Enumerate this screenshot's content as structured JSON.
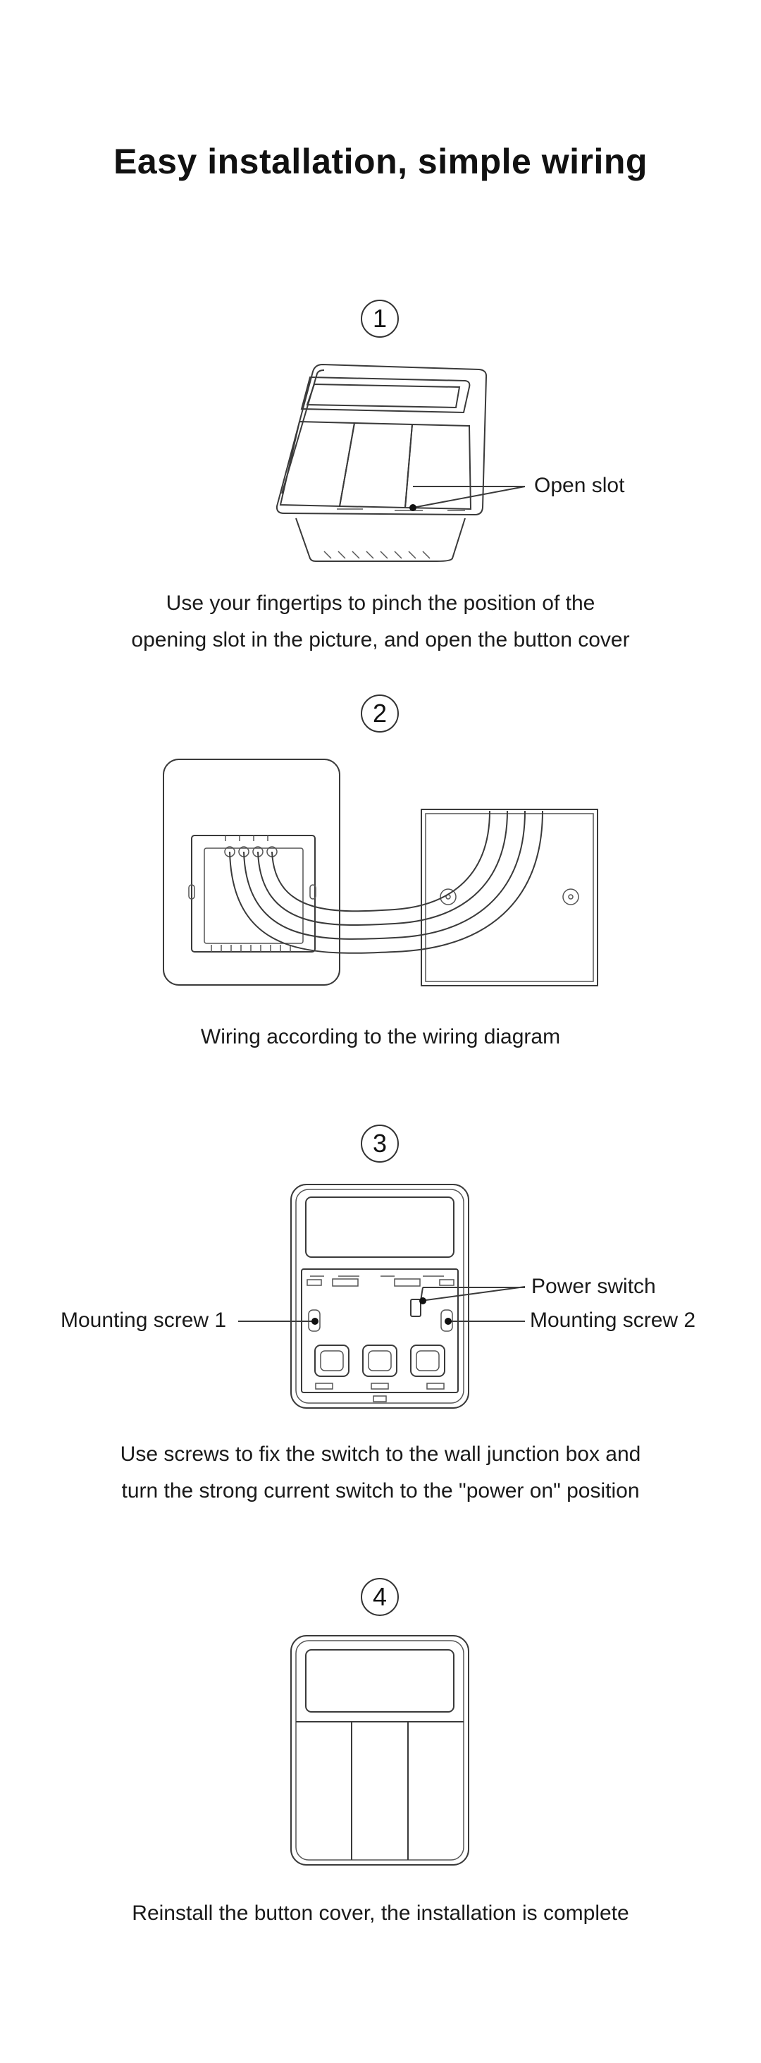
{
  "title": "Easy installation, simple wiring",
  "steps": [
    {
      "number": "1",
      "caption_lines": [
        "Use your fingertips to pinch the position of the",
        "opening slot in the picture, and open the button cover"
      ]
    },
    {
      "number": "2",
      "caption_lines": [
        "Wiring according to the wiring diagram"
      ]
    },
    {
      "number": "3",
      "caption_lines": [
        "Use screws to fix the switch to the wall junction box and",
        "turn the strong current switch to the \"power on\" position"
      ]
    },
    {
      "number": "4",
      "caption_lines": [
        "Reinstall the button cover, the installation is complete"
      ]
    }
  ],
  "callouts": {
    "open_slot": "Open slot",
    "power_switch": "Power switch",
    "mounting_screw_1": "Mounting screw 1",
    "mounting_screw_2": "Mounting screw 2"
  }
}
